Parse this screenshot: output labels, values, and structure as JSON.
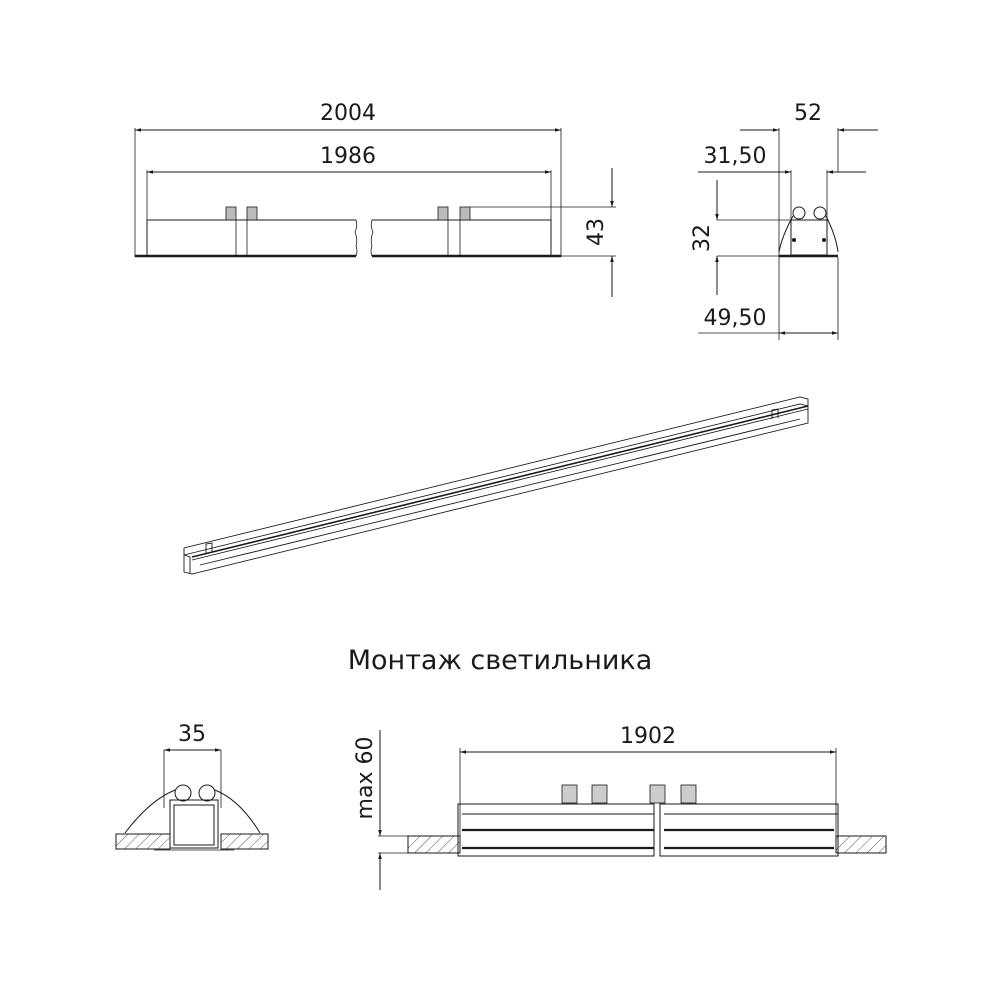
{
  "drawing": {
    "top_view": {
      "overall_length": "2004",
      "body_length": "1986",
      "height": "43"
    },
    "end_view": {
      "overall_width": "52",
      "inner_width": "31,50",
      "height": "32",
      "bottom_width": "49,50"
    },
    "installation": {
      "title": "Монтаж светильника",
      "cutout_width": "35",
      "max_ceiling_thickness": "max 60",
      "cutout_length": "1902"
    },
    "colors": {
      "line": "#1a1a1a",
      "thin_line": "#555555",
      "background": "#ffffff"
    }
  }
}
